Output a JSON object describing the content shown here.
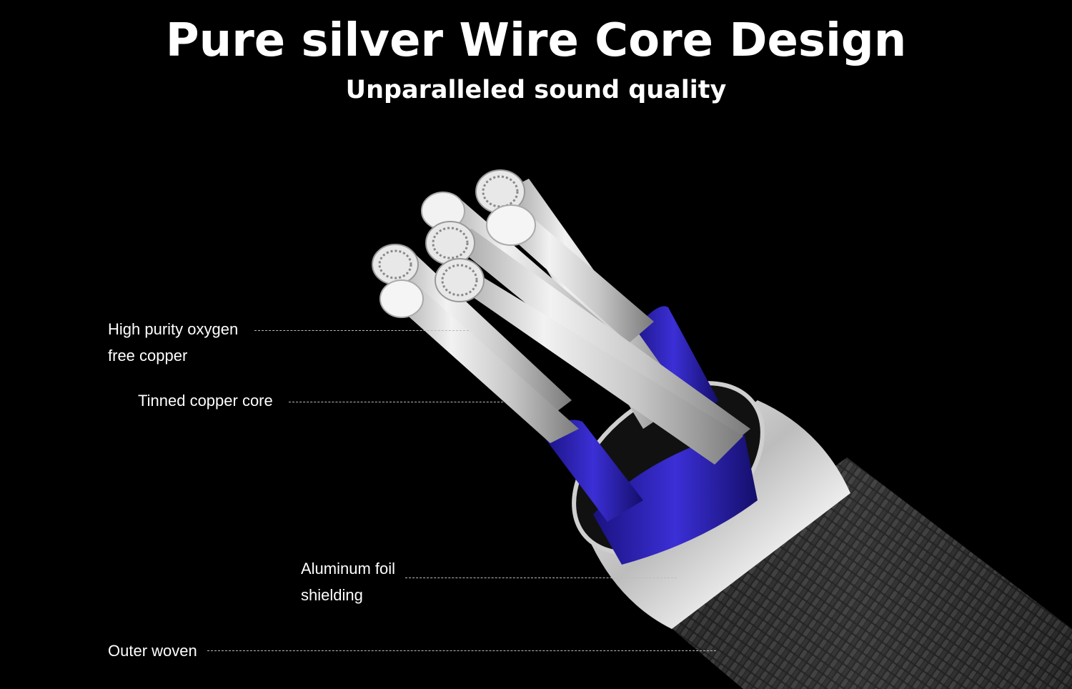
{
  "header": {
    "title": "Pure silver Wire Core Design",
    "subtitle": "Unparalleled sound quality"
  },
  "labels": {
    "copper_line1": "High purity oxygen",
    "copper_line2": " free copper",
    "tinned": "Tinned copper core",
    "foil_line1": "Aluminum foil",
    "foil_line2": "shielding",
    "outer": "Outer woven"
  },
  "colors": {
    "background": "#000000",
    "insulation": "#2e22b8",
    "metal": "#d8d8d8",
    "braid": "#2a2a2a"
  }
}
